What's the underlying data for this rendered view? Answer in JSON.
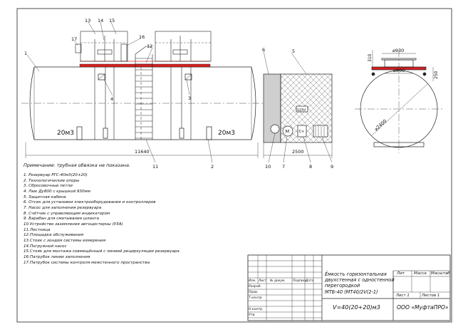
{
  "drawing": {
    "callouts": [
      "1",
      "2",
      "3",
      "4",
      "5",
      "6",
      "7",
      "8",
      "9",
      "10",
      "11",
      "12",
      "13",
      "14",
      "15",
      "16",
      "17"
    ],
    "volume_left": "20м3",
    "volume_right": "20м3",
    "dim_total_length": "11640",
    "dim_block_length": "2500",
    "label_on_block": "ЩЭЫ",
    "pump_symbol": "М",
    "meter_symbol": "Сч",
    "side_view": {
      "dim_flange": "⌀930",
      "dim_hatch": "⌀800",
      "dim_diameter": "⌀2400",
      "dim_top": "310",
      "dim_right": "250"
    }
  },
  "note": "Примечание: трубная обвязка не показана.",
  "legend": [
    "1. Резервуар РГС-40м3(20+20)",
    "2. Технологические опоры",
    "3. Сбросовочные петли",
    "4. Люк Ду800 с крышкой 930мм",
    "5. Защитная кабина",
    "6. Отсек для установки электрооборудования и контроллеров",
    "7. Насос для заполнения резервуара",
    "8. Счётчик с управляющим индикатором",
    "9. Барабан для сматывания шланга",
    "10.Устройство заземления автоцистерны (УЗА)",
    "11.Лестница",
    "12.Площадка обслуживания",
    "13.Стоек с зондом системы измерения",
    "14.Погружной насос",
    "15.Стояк для монтажа совмещённый с линией рециркуляции резервуара",
    "16.Патрубок линии заполнения",
    "17.Патрубок системы контроля межстенного пространства"
  ],
  "title_block": {
    "headers": [
      "Изм.",
      "Лист",
      "№ докум.",
      "Подпись",
      "Дата"
    ],
    "roles": [
      "Разраб.",
      "Пров.",
      "Т.контр.",
      "",
      "Н.контр.",
      "Утв."
    ],
    "title_lines": [
      "Ёмкость горизонтальная",
      "двухстенная с одностенной",
      "перегородкой",
      "МТБ-40 (МТ40/2V(2-1)"
    ],
    "volume": "V=40(20+20)м3",
    "col_lit": "Лит",
    "col_mass": "Масса",
    "col_scale": "Масштаб",
    "sheet": "Лист  1",
    "sheets": "Листов  1",
    "company": "ООО «МуфтаПРО»"
  },
  "colors": {
    "line": "#222222",
    "platform": "#d42020",
    "cabinet": "#cfcfcf",
    "hatch": "#555555"
  }
}
